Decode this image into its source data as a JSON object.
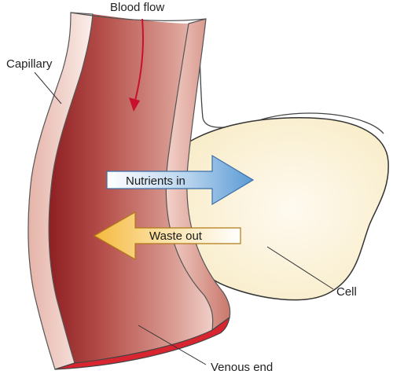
{
  "labels": {
    "blood_flow": "Blood flow",
    "capillary": "Capillary",
    "nutrients_in": "Nutrients in",
    "waste_out": "Waste out",
    "cell": "Cell",
    "venous_end": "Venous end"
  },
  "colors": {
    "capillary_dark": "#9e2a2a",
    "capillary_light": "#f3dcd6",
    "wall_edge": "#f9ebe7",
    "cell_fill": "#fbf2d9",
    "nutrients_arrow": "#5b9bd5",
    "waste_arrow": "#f5b83d",
    "flow_arrow": "#c8102e",
    "venous_opening": "#d9252f"
  }
}
